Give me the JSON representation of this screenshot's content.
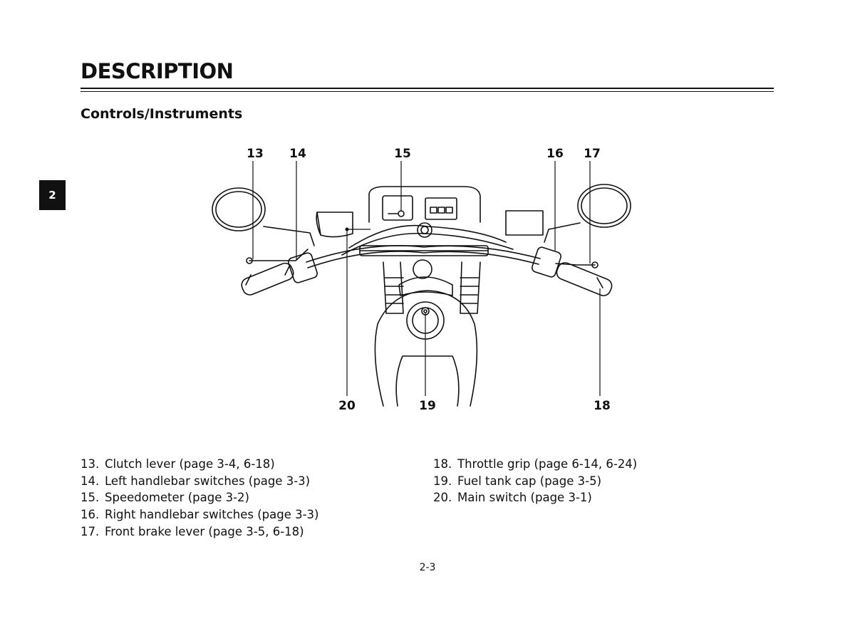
{
  "header": {
    "title": "DESCRIPTION",
    "subtitle": "Controls/Instruments",
    "chapter_tab": "2"
  },
  "figure": {
    "callouts_top": [
      "13",
      "14",
      "15",
      "16",
      "17"
    ],
    "callouts_bottom": [
      "20",
      "19",
      "18"
    ]
  },
  "legend": {
    "left": [
      {
        "num": "13.",
        "text": "Clutch lever (page 3-4, 6-18)"
      },
      {
        "num": "14.",
        "text": "Left handlebar switches (page 3-3)"
      },
      {
        "num": "15.",
        "text": "Speedometer (page 3-2)"
      },
      {
        "num": "16.",
        "text": "Right handlebar switches (page 3-3)"
      },
      {
        "num": "17.",
        "text": "Front brake lever (page 3-5, 6-18)"
      }
    ],
    "right": [
      {
        "num": "18.",
        "text": "Throttle grip (page 6-14, 6-24)"
      },
      {
        "num": "19.",
        "text": "Fuel tank cap (page 3-5)"
      },
      {
        "num": "20.",
        "text": "Main switch (page 3-1)"
      }
    ]
  },
  "footer": {
    "page_number": "2-3"
  }
}
